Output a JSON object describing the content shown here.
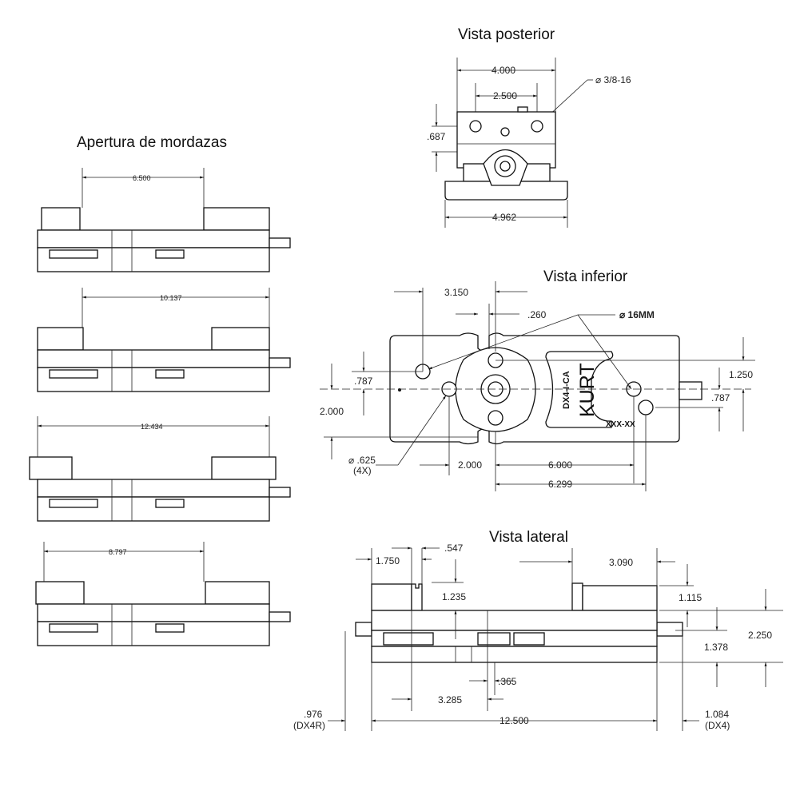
{
  "titles": {
    "jaw_opening": "Apertura de mordazas",
    "rear": "Vista posterior",
    "bottom": "Vista inferior",
    "side": "Vista lateral"
  },
  "jaw_opening_dims": [
    "6.500",
    "10.137",
    "12.434",
    "8.797"
  ],
  "rear_view": {
    "width_top": "4.000",
    "hole_spacing": "2.500",
    "thread": "⌀ 3/8-16",
    "hole_height": ".687",
    "base_width": "4.962"
  },
  "bottom_view": {
    "d1": "3.150",
    "d2": ".260",
    "hole_16mm": "⌀ 16MM",
    "d_787_left": ".787",
    "d_2000_left": "2.000",
    "hole_625": "⌀ .625",
    "hole_count": "(4X)",
    "d_2000_bottom": "2.000",
    "d_6000": "6.000",
    "d_6299": "6.299",
    "d_1250": "1.250",
    "d_787_right": ".787",
    "model": "DX4-I-CA",
    "brand": "KURT",
    "serial": "XXX-XX"
  },
  "side_view": {
    "d_1750": "1.750",
    "d_547": ".547",
    "d_3090": "3.090",
    "d_1235": "1.235",
    "d_1115": "1.115",
    "d_2250": "2.250",
    "d_1378": "1.378",
    "d_365": ".365",
    "d_3285": "3.285",
    "d_976": ".976",
    "d_976_note": "(DX4R)",
    "d_12500": "12.500",
    "d_1084": "1.084",
    "d_1084_note": "(DX4)"
  }
}
